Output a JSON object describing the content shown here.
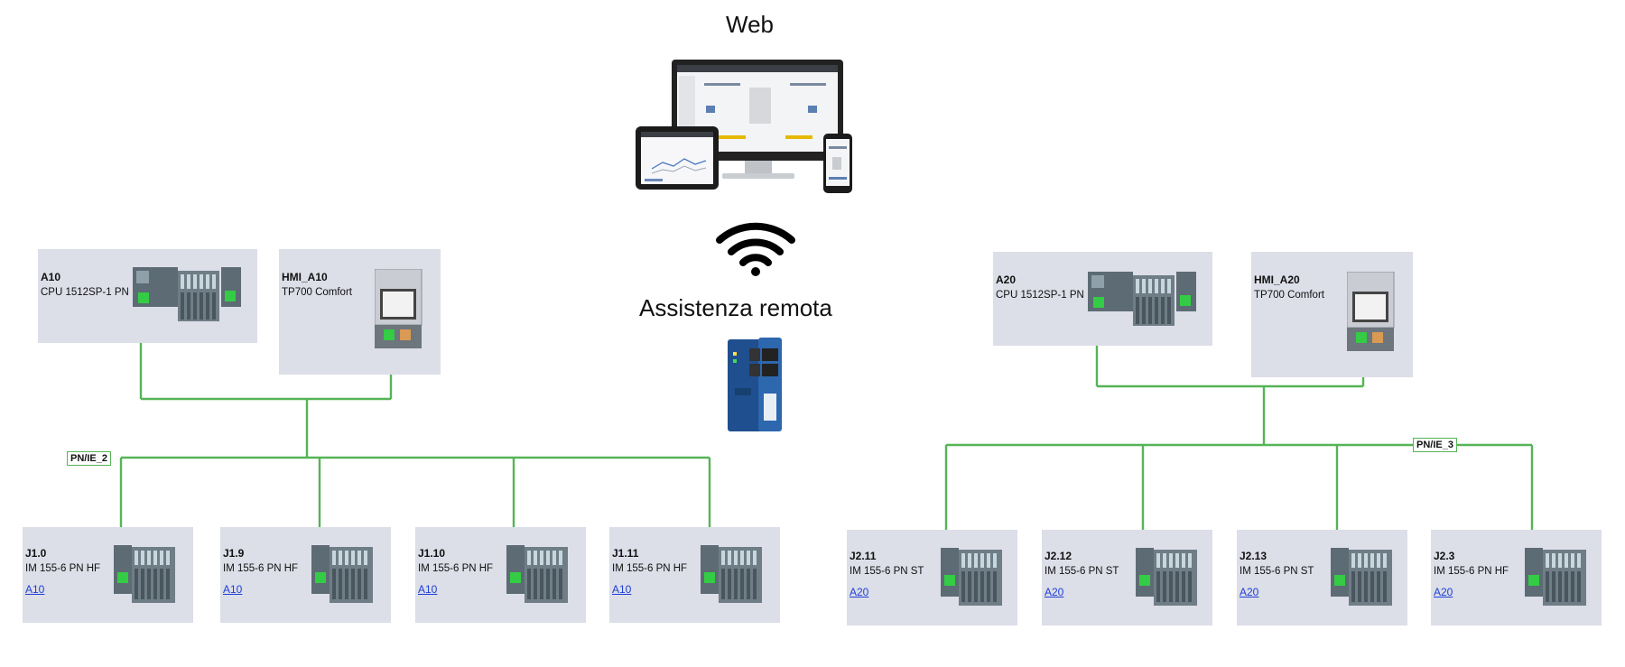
{
  "captions": {
    "web": "Web",
    "remote": "Assistenza remota"
  },
  "networks": {
    "left": "PN/IE_2",
    "right": "PN/IE_3"
  },
  "left": {
    "cpu": {
      "name": "A10",
      "type": "CPU 1512SP-1 PN"
    },
    "hmi": {
      "name": "HMI_A10",
      "type": "TP700 Comfort"
    },
    "io": [
      {
        "name": "J1.0",
        "type": "IM 155-6 PN HF",
        "link": "A10"
      },
      {
        "name": "J1.9",
        "type": "IM 155-6 PN HF",
        "link": "A10"
      },
      {
        "name": "J1.10",
        "type": "IM 155-6 PN HF",
        "link": "A10"
      },
      {
        "name": "J1.11",
        "type": "IM 155-6 PN HF",
        "link": "A10"
      }
    ]
  },
  "right": {
    "cpu": {
      "name": "A20",
      "type": "CPU 1512SP-1 PN"
    },
    "hmi": {
      "name": "HMI_A20",
      "type": "TP700 Comfort"
    },
    "io": [
      {
        "name": "J2.11",
        "type": "IM 155-6 PN ST",
        "link": "A20"
      },
      {
        "name": "J2.12",
        "type": "IM 155-6 PN ST",
        "link": "A20"
      },
      {
        "name": "J2.13",
        "type": "IM 155-6 PN ST",
        "link": "A20"
      },
      {
        "name": "J2.3",
        "type": "IM 155-6 PN HF",
        "link": "A20"
      }
    ]
  },
  "colors": {
    "network_line": "#56b456",
    "device_bg": "#dcdee8",
    "module": "#5d6b74",
    "port": "#33cc44",
    "router": "#1f4f8f"
  },
  "icons": [
    "web-devices-icon",
    "wifi-icon",
    "remote-router-icon"
  ]
}
